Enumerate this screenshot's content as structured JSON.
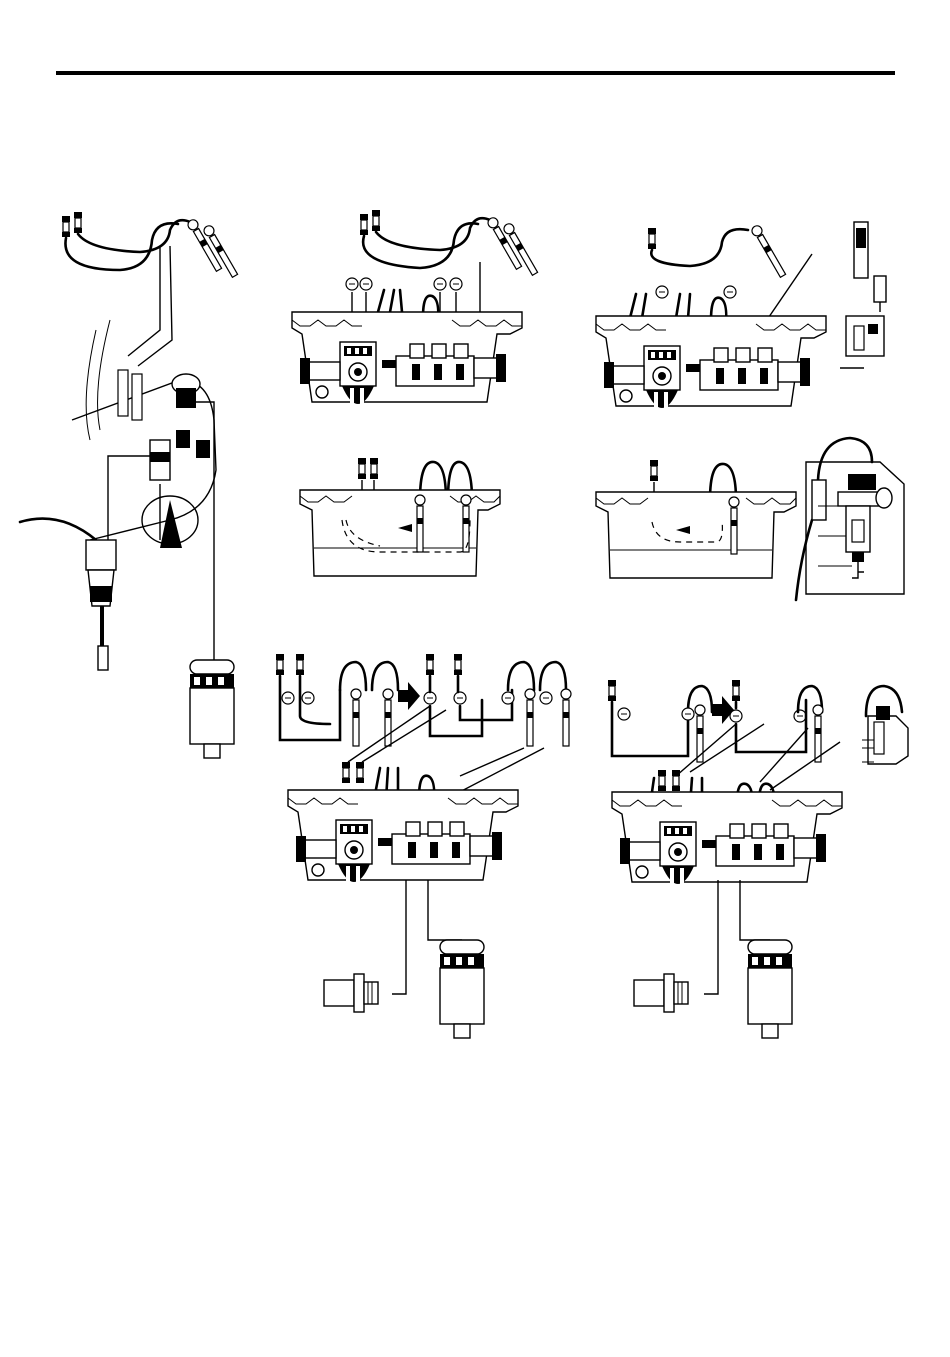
{
  "page": {
    "figure_count": 7
  },
  "colors": {
    "ink": "#000000",
    "paper": "#ffffff"
  },
  "figures": [
    {
      "id": "fig-inline-pipe-mount",
      "icon": "pipe-tee-with-probes"
    },
    {
      "id": "fig-panel-two-probes",
      "icon": "panel-flow-cell"
    },
    {
      "id": "fig-panel-flow-path-two",
      "icon": "flow-path"
    },
    {
      "id": "fig-panel-one-probe-chlorine",
      "icon": "panel-flow-cell"
    },
    {
      "id": "fig-panel-flow-path-one",
      "icon": "flow-path"
    },
    {
      "id": "fig-chlorine-cell-detail",
      "icon": "chlorine-cell"
    },
    {
      "id": "fig-panel-conversion-two",
      "icon": "panel-with-filter"
    },
    {
      "id": "fig-panel-conversion-one",
      "icon": "panel-with-filter"
    }
  ]
}
